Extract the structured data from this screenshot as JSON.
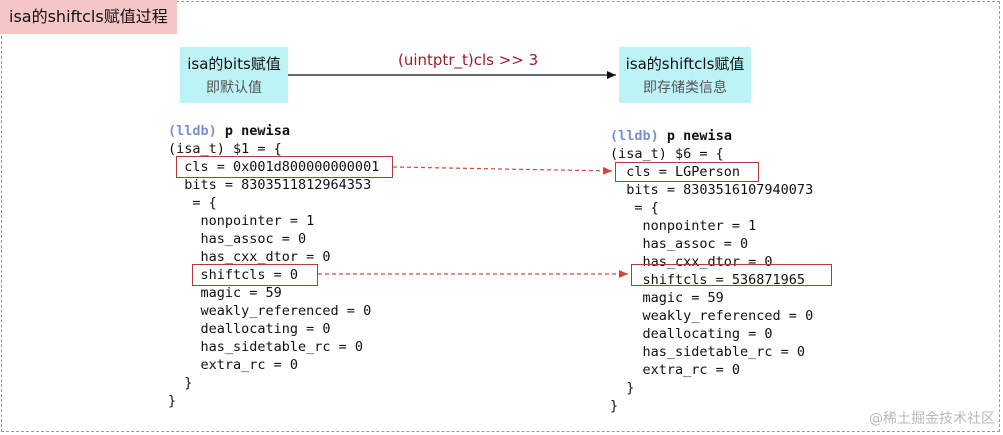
{
  "title": "isa的shiftcls赋值过程",
  "left_box": {
    "line1": "isa的bits赋值",
    "line2": "即默认值"
  },
  "right_box": {
    "line1": "isa的shiftcls赋值",
    "line2": "即存储类信息"
  },
  "arrow_label": "(uintptr_t)cls >> 3",
  "left_code": {
    "prompt": "(lldb)",
    "command": "p newisa",
    "lines": [
      "(isa_t) $1 = {",
      "  cls = 0x001d800000000001",
      "  bits = 8303511812964353",
      "   = {",
      "    nonpointer = 1",
      "    has_assoc = 0",
      "    has_cxx_dtor = 0",
      "    shiftcls = 0",
      "    magic = 59",
      "    weakly_referenced = 0",
      "    deallocating = 0",
      "    has_sidetable_rc = 0",
      "    extra_rc = 0",
      "  }",
      "}"
    ]
  },
  "right_code": {
    "prompt": "(lldb)",
    "command": "p newisa",
    "lines": [
      "(isa_t) $6 = {",
      "  cls = LGPerson",
      "  bits = 8303516107940073",
      "   = {",
      "    nonpointer = 1",
      "    has_assoc = 0",
      "    has_cxx_dtor = 0",
      "    shiftcls = 536871965",
      "    magic = 59",
      "    weakly_referenced = 0",
      "    deallocating = 0",
      "    has_sidetable_rc = 0",
      "    extra_rc = 0",
      "  }",
      "}"
    ]
  },
  "watermark": "@稀土掘金技术社区",
  "colors": {
    "box_bg": "#bdf3f7",
    "title_bg": "#f6c5c8",
    "highlight": "#b43a3a",
    "arrow_label": "#9b1c2c"
  }
}
